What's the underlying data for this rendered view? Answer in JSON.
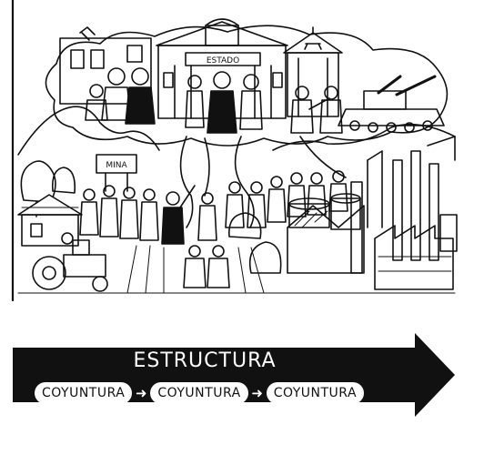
{
  "scene": {
    "state_sign": "ESTADO",
    "mine_sign": "MINA"
  },
  "banner": {
    "title": "ESTRUCTURA",
    "stages": [
      "COYUNTURA",
      "COYUNTURA",
      "COYUNTURA"
    ],
    "arrow_glyph": "➜"
  },
  "colors": {
    "ink": "#111111",
    "paper": "#ffffff"
  }
}
